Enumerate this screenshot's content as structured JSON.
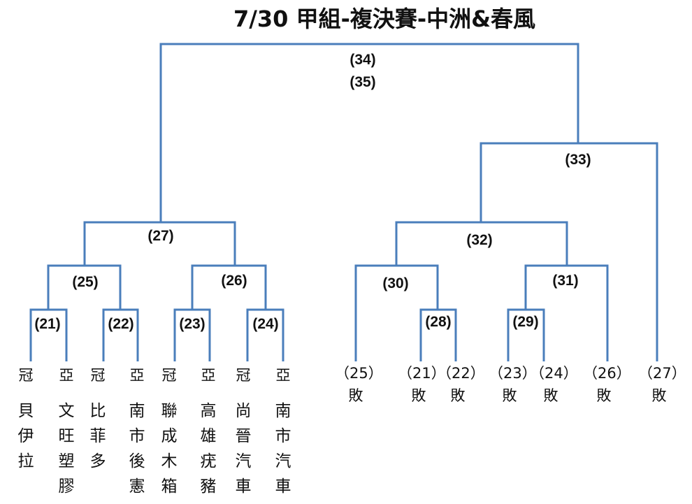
{
  "title": "7/30 甲組-複決賽-中洲&春風",
  "line_color": "#4a7ebb",
  "matches": [
    {
      "id": "m21",
      "label": "(21)"
    },
    {
      "id": "m22",
      "label": "(22)"
    },
    {
      "id": "m23",
      "label": "(23)"
    },
    {
      "id": "m24",
      "label": "(24)"
    },
    {
      "id": "m25",
      "label": "(25)"
    },
    {
      "id": "m26",
      "label": "(26)"
    },
    {
      "id": "m27",
      "label": "(27)"
    },
    {
      "id": "m28",
      "label": "(28)"
    },
    {
      "id": "m29",
      "label": "(29)"
    },
    {
      "id": "m30",
      "label": "(30)"
    },
    {
      "id": "m31",
      "label": "(31)"
    },
    {
      "id": "m32",
      "label": "(32)"
    },
    {
      "id": "m33",
      "label": "(33)"
    },
    {
      "id": "m34",
      "label": "(34)"
    },
    {
      "id": "m35",
      "label": "(35)"
    }
  ],
  "teams": [
    {
      "seed": "冠",
      "name": [
        "貝",
        "伊",
        "拉"
      ]
    },
    {
      "seed": "亞",
      "name": [
        "文",
        "旺",
        "塑",
        "膠"
      ]
    },
    {
      "seed": "冠",
      "name": [
        "比",
        "菲",
        "多"
      ]
    },
    {
      "seed": "亞",
      "name": [
        "南",
        "市",
        "後",
        "憲"
      ]
    },
    {
      "seed": "冠",
      "name": [
        "聯",
        "成",
        "木",
        "箱"
      ]
    },
    {
      "seed": "亞",
      "name": [
        "高",
        "雄",
        "疣",
        "豬"
      ]
    },
    {
      "seed": "冠",
      "name": [
        "尚",
        "晉",
        "汽",
        "車"
      ]
    },
    {
      "seed": "亞",
      "name": [
        "南",
        "市",
        "汽",
        "車"
      ]
    }
  ],
  "losers": [
    {
      "ref": "（25）",
      "tag": "敗"
    },
    {
      "ref": "（21）",
      "tag": "敗"
    },
    {
      "ref": "（22）",
      "tag": "敗"
    },
    {
      "ref": "（23）",
      "tag": "敗"
    },
    {
      "ref": "（24）",
      "tag": "敗"
    },
    {
      "ref": "（26）",
      "tag": "敗"
    },
    {
      "ref": "（27）",
      "tag": "敗"
    }
  ]
}
